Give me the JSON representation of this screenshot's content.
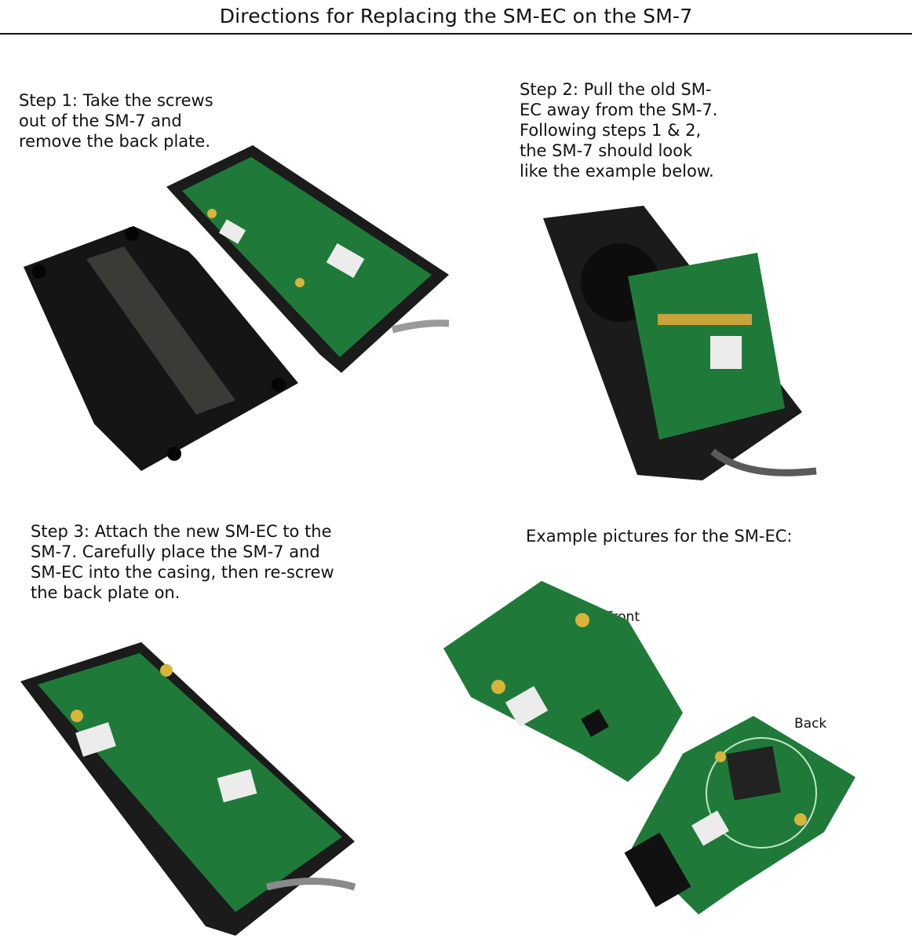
{
  "title": "Directions for Replacing the SM-EC on the SM-7",
  "steps": {
    "step1": "Step 1: Take the screws\nout of the SM-7 and\nremove the back plate.",
    "step2": "Step 2: Pull the old SM-\nEC away from the SM-7.\nFollowing steps 1 & 2,\nthe SM-7 should look\nlike the example below.",
    "step3": "Step 3: Attach the new SM-EC to the\nSM-7. Carefully place the SM-7 and\nSM-EC into the casing, then re-screw\nthe back plate on."
  },
  "example_title": "Example pictures for the SM-EC:",
  "labels": {
    "front": "Front",
    "back": "Back"
  },
  "colors": {
    "pcb": "#1f7a3a",
    "pcb_dark": "#0f5428",
    "case": "#1b1b1b",
    "foam": "#3a3a36",
    "gold": "#d9b43a"
  }
}
